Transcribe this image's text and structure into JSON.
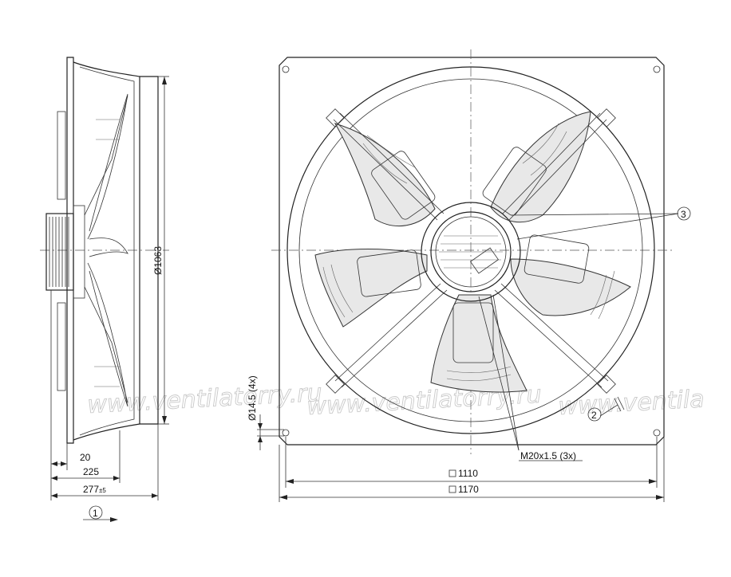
{
  "dimensions": {
    "diameter": "Ø1063",
    "depth_20": "20",
    "depth_225": "225",
    "depth_277": "277",
    "depth_277_tolerance": "±5",
    "hole": "Ø14.5 (4x)",
    "square_1110": "1110",
    "square_1170": "1170",
    "thread": "M20x1.5 (3x)"
  },
  "callouts": {
    "c1": "1",
    "c2": "2",
    "c3": "3"
  },
  "watermark": {
    "a": "www.ventilatorry.ru",
    "b": "www.ventilatorry.ru",
    "c": "www.ventila"
  },
  "colors": {
    "line": "#222222",
    "watermark": "#c9c9c9",
    "blade_fill": "#e8e8e8"
  }
}
